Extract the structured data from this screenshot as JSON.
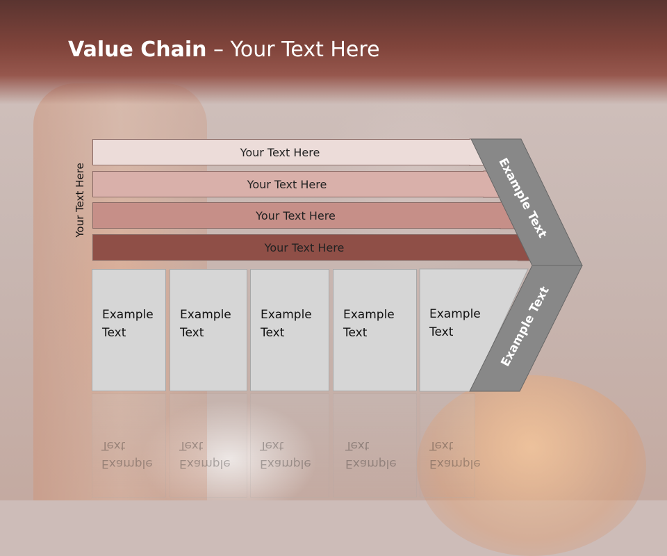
{
  "slide": {
    "title_bold": "Value Chain",
    "title_rest": " – Your Text Here",
    "side_label": "Your Text Here",
    "bars": [
      {
        "label": "Your Text Here",
        "color": "#ecdcd9"
      },
      {
        "label": "Your Text Here",
        "color": "#d9b0aa"
      },
      {
        "label": "Your Text Here",
        "color": "#c68f88"
      },
      {
        "label": "Your Text Here",
        "color": "#8f4f47"
      }
    ],
    "boxes": [
      {
        "line1": "Example",
        "line2": "Text"
      },
      {
        "line1": "Example",
        "line2": "Text"
      },
      {
        "line1": "Example",
        "line2": "Text"
      },
      {
        "line1": "Example",
        "line2": "Text"
      },
      {
        "line1": "Example",
        "line2": "Text"
      }
    ],
    "chevron_top_text": "Example Text",
    "chevron_bottom_text": "Example Text",
    "chevron_color": "#888888",
    "header_color": "#80443b"
  }
}
